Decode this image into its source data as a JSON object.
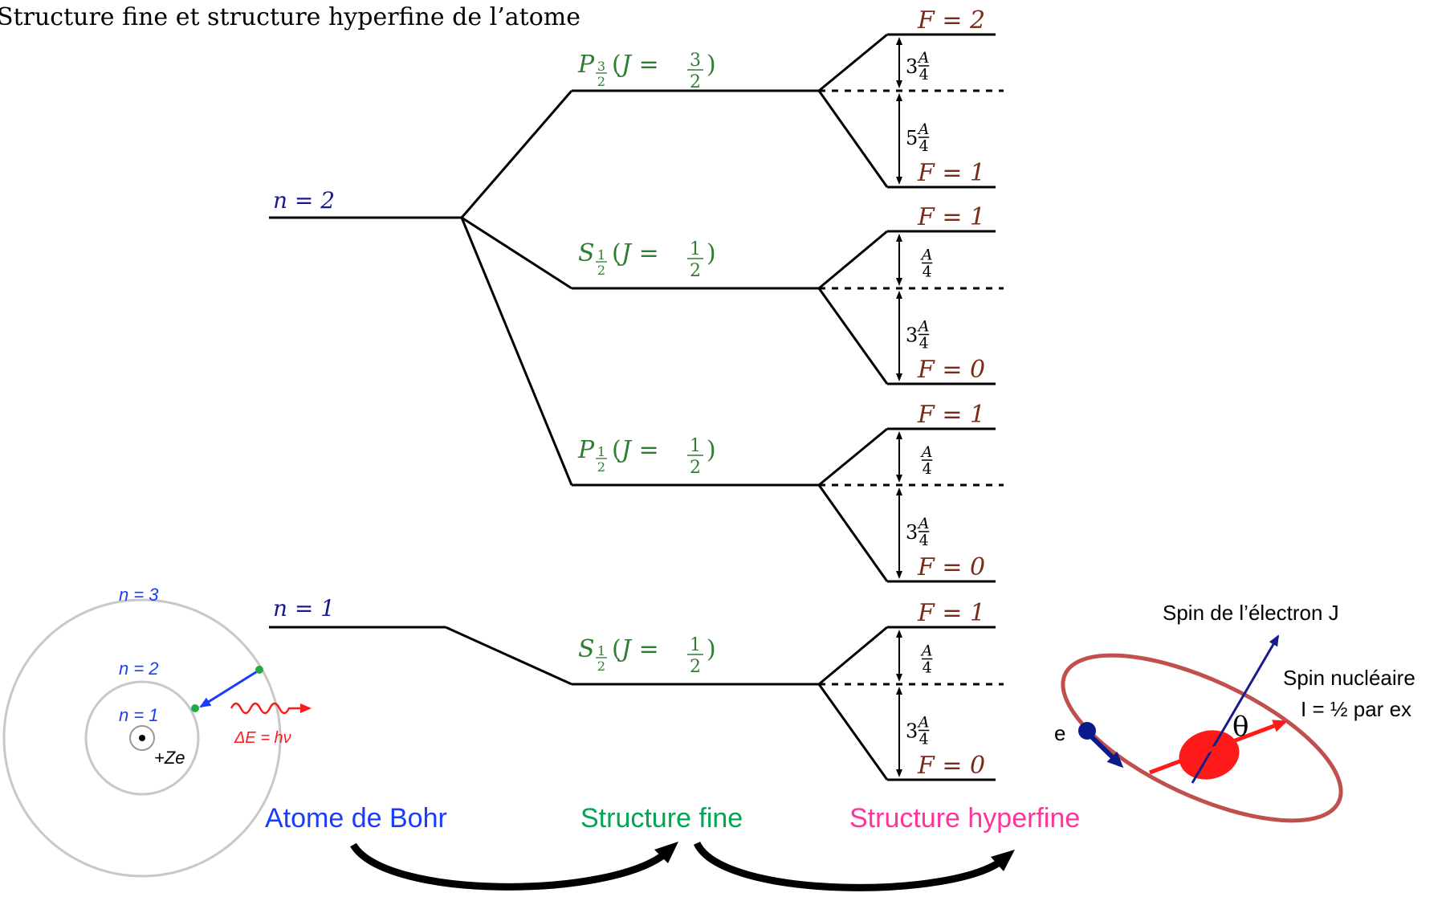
{
  "title": "Structure fine et structure hyperfine de l’atome",
  "colors": {
    "n_level": "#1a1a8c",
    "fine": "#2e7d32",
    "hyperfine": "#7a2a1a",
    "bohr_caption": "#1a3cff",
    "fine_caption": "#00a651",
    "hyperfine_caption": "#ff3399",
    "photon": "#ff1a1a"
  },
  "levels": {
    "n2": "n = 2",
    "n1": "n = 1"
  },
  "fine_levels": [
    {
      "sym": "P",
      "sub_num": "3",
      "sub_den": "2",
      "J": "J = ",
      "j_num": "3",
      "j_den": "2"
    },
    {
      "sym": "S",
      "sub_num": "1",
      "sub_den": "2",
      "J": "J = ",
      "j_num": "1",
      "j_den": "2"
    },
    {
      "sym": "P",
      "sub_num": "1",
      "sub_den": "2",
      "J": "J = ",
      "j_num": "1",
      "j_den": "2"
    },
    {
      "sym": "S",
      "sub_num": "1",
      "sub_den": "2",
      "J": "J = ",
      "j_num": "1",
      "j_den": "2"
    }
  ],
  "hyperfine_groups": [
    {
      "upper": "F = 2",
      "lower": "F = 1",
      "top_gap": {
        "coef": "3",
        "num": "A",
        "den": "4"
      },
      "bottom_gap": {
        "coef": "5",
        "num": "A",
        "den": "4"
      }
    },
    {
      "upper": "F = 1",
      "lower": "F = 0",
      "top_gap": {
        "coef": "",
        "num": "A",
        "den": "4"
      },
      "bottom_gap": {
        "coef": "3",
        "num": "A",
        "den": "4"
      }
    },
    {
      "upper": "F = 1",
      "lower": "F = 0",
      "top_gap": {
        "coef": "",
        "num": "A",
        "den": "4"
      },
      "bottom_gap": {
        "coef": "3",
        "num": "A",
        "den": "4"
      }
    },
    {
      "upper": "F = 1",
      "lower": "F = 0",
      "top_gap": {
        "coef": "",
        "num": "A",
        "den": "4"
      },
      "bottom_gap": {
        "coef": "3",
        "num": "A",
        "den": "4"
      }
    }
  ],
  "bohr": {
    "n3": "n = 3",
    "n2": "n = 2",
    "n1": "n = 1",
    "nucleus": "+Ze",
    "photon": "ΔE = hν"
  },
  "captions": {
    "bohr": "Atome de Bohr",
    "fine": "Structure fine",
    "hyperfine": "Structure hyperfine"
  },
  "spin": {
    "electron_spin": "Spin de l’électron J",
    "nuclear_spin_1": "Spin nucléaire",
    "nuclear_spin_2": "I = ½ par ex",
    "electron": "e",
    "angle": "θ"
  }
}
